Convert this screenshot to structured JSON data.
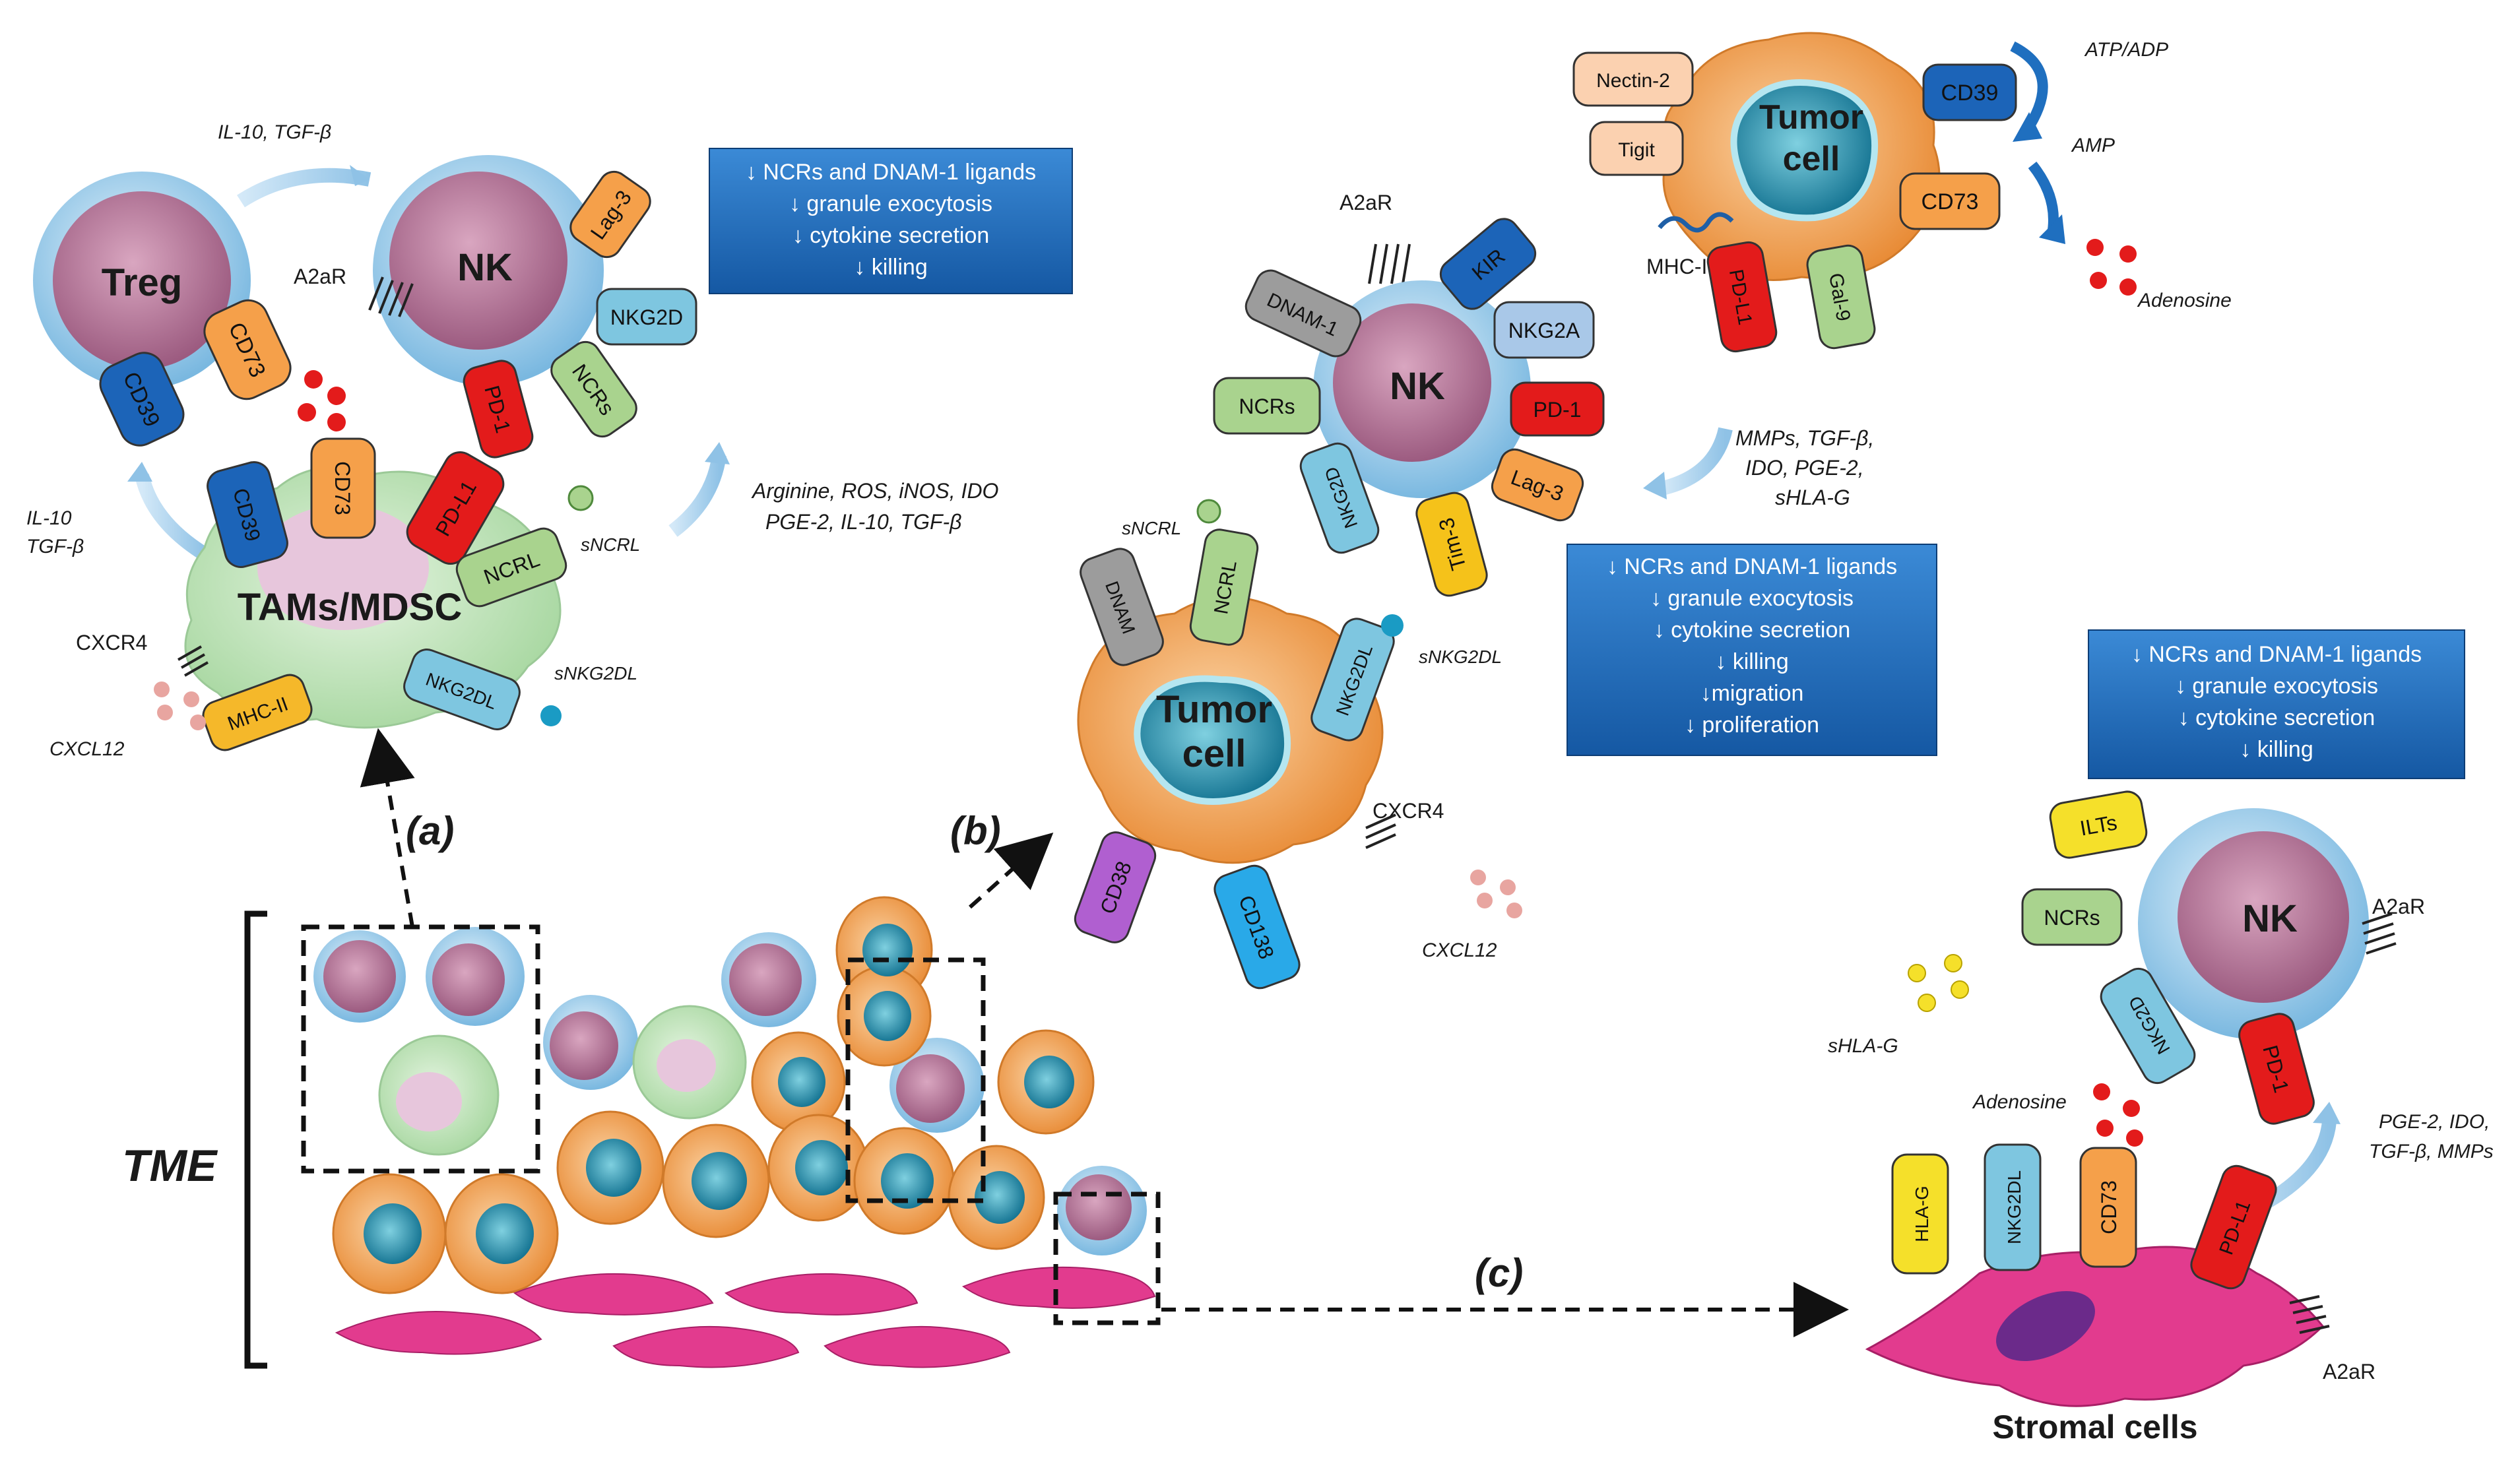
{
  "labels": {
    "il10_tgfb_top": "IL-10, TGF-β",
    "il10_left_1": "IL-10",
    "il10_left_2": "TGF-β",
    "treg": "Treg",
    "nk": "NK",
    "a2ar": "A2aR",
    "lag3": "Lag-3",
    "nkg2d": "NKG2D",
    "ncrs": "NCRs",
    "pd1": "PD-1",
    "cd73": "CD73",
    "cd39": "CD39",
    "pdl1": "PD-L1",
    "ncrl": "NCRL",
    "sncrl": "sNCRL",
    "tams_mdsc": "TAMs/MDSC",
    "cxcr4": "CXCR4",
    "mhc2": "MHC-II",
    "nkg2dl": "NKG2DL",
    "snkg2dl": "sNKG2DL",
    "cxcl12": "CXCL12",
    "arginine_1": "Arginine, ROS, iNOS, IDO",
    "arginine_2": "PGE-2, IL-10, TGF-β",
    "a_label": "(a)",
    "b_label": "(b)",
    "c_label": "(c)",
    "tme": "TME",
    "dnam1": "DNAM-1",
    "kir": "KIR",
    "nkg2a": "NKG2A",
    "tim3": "Tim-3",
    "dnam": "DNAM",
    "tumor_1": "Tumor",
    "tumor_2": "cell",
    "cd38": "CD38",
    "cd138": "CD138",
    "nectin2": "Nectin-2",
    "tigit": "Tigit",
    "mhc1": "MHC-I",
    "gal9": "Gal-9",
    "atp_adp": "ATP/ADP",
    "amp": "AMP",
    "adenosine": "Adenosine",
    "mmps_1": "MMPs, TGF-β,",
    "mmps_2": "IDO, PGE-2,",
    "mmps_3": "sHLA-G",
    "ilts": "ILTs",
    "shlag": "sHLA-G",
    "hlag": "HLA-G",
    "pge_1": "PGE-2, IDO,",
    "pge_2": "TGF-β, MMPs",
    "stromal": "Stromal cells"
  },
  "boxes": {
    "box1": [
      "↓ NCRs and DNAM-1 ligands",
      "↓ granule exocytosis",
      "↓ cytokine secretion",
      "↓ killing"
    ],
    "box2": [
      "↓ NCRs and DNAM-1 ligands",
      "↓ granule exocytosis",
      "↓ cytokine secretion",
      "↓ killing",
      "↓migration",
      "↓ proliferation"
    ],
    "box3": [
      "↓ NCRs and DNAM-1 ligands",
      "↓ granule exocytosis",
      "↓ cytokine secretion",
      "↓ killing"
    ]
  },
  "colors": {
    "box_blue": "#1f6fbf",
    "nk_purple": "#b67a97",
    "nk_ring": "#9fd0ee",
    "tumor_orange": "#f2a55a",
    "tumor_nucleus": "#1a8aa6",
    "mdsc_green": "#c6e6c2",
    "stromal_pink": "#e23b8e",
    "red": "#e31b1b",
    "cd39_blue": "#1c64b8",
    "cd73_orange": "#f5a04a",
    "nkg2d_cyan": "#7ec6e0",
    "ncr_green": "#a9d38e"
  }
}
